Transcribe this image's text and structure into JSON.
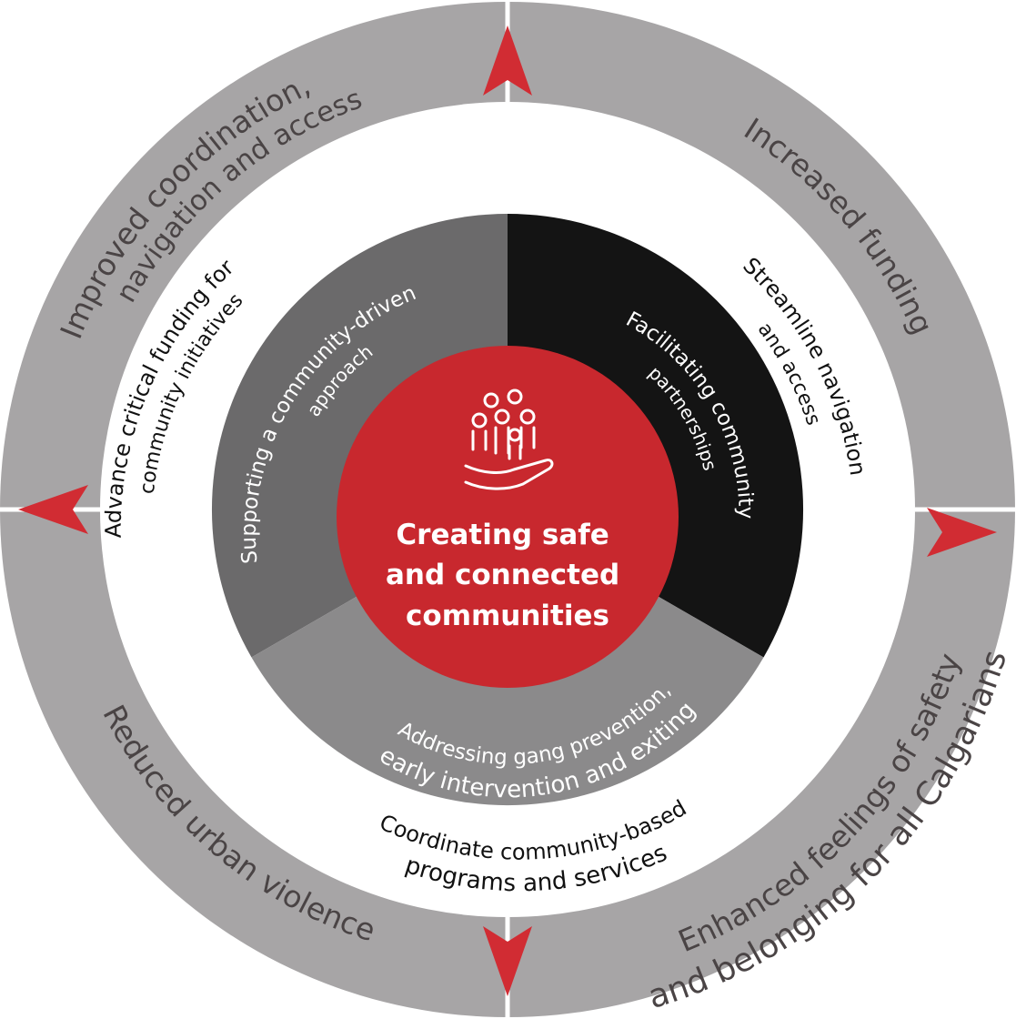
{
  "center": {
    "lines": [
      "Creating safe",
      "and connected",
      "communities"
    ],
    "icon": "community-hand-icon"
  },
  "inner_sections": [
    {
      "lines": [
        "Supporting  a community-driven",
        "approach"
      ]
    },
    {
      "lines": [
        "Facilitating community",
        "partnerships"
      ]
    },
    {
      "lines": [
        "Addressing gang prevention,",
        "early intervention and exiting"
      ]
    }
  ],
  "middle_ring": [
    {
      "lines": [
        "Advance critical funding for",
        "community initiatives"
      ]
    },
    {
      "lines": [
        "Streamline navigation",
        "and access"
      ]
    },
    {
      "lines": [
        "Coordinate community-based",
        "programs and services"
      ]
    }
  ],
  "outer_ring": [
    {
      "lines": [
        "Improved coordination,",
        "navigation and access"
      ]
    },
    {
      "lines": [
        "Increased funding"
      ]
    },
    {
      "lines": [
        "Enhanced feelings of safety",
        "and belonging for all Calgarians"
      ]
    },
    {
      "lines": [
        "Reduced urban violence"
      ]
    }
  ],
  "colors": {
    "outer_ring": "#a7a5a6",
    "inner_left": "#6b6a6b",
    "inner_right": "#141414",
    "inner_bottom": "#8b8a8b",
    "center": "#c8282e",
    "arrow": "#d12c33"
  }
}
